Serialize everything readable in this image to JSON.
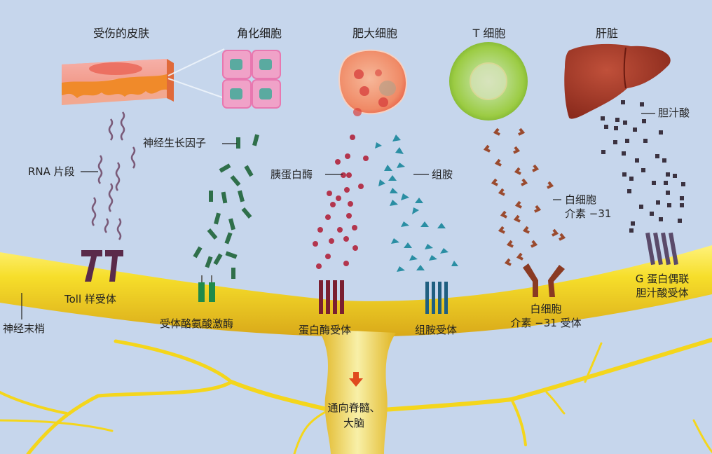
{
  "diagram": {
    "type": "illustration",
    "subject": "Pain/itch signaling molecules binding receptors on a sensory nerve ending",
    "background_color": "#c6d6ec",
    "nerve_color": "#f2d21a",
    "sources": [
      {
        "id": "damaged-skin",
        "label": "受伤的皮肤"
      },
      {
        "id": "keratinocyte",
        "label": "角化细胞"
      },
      {
        "id": "mast-cell",
        "label": "肥大细胞"
      },
      {
        "id": "t-cell",
        "label": "T 细胞"
      },
      {
        "id": "liver",
        "label": "肝脏"
      }
    ],
    "molecules": [
      {
        "id": "rna",
        "label": "RNA 片段",
        "color": "#7a5a78"
      },
      {
        "id": "ngf",
        "label": "神经生长因子",
        "color": "#2f6f4a"
      },
      {
        "id": "tryptase",
        "label": "胰蛋白酶",
        "color": "#b3354d"
      },
      {
        "id": "histamine",
        "label": "组胺",
        "color": "#2a8ea3"
      },
      {
        "id": "il31",
        "label_line1": "白细胞",
        "label_line2": "介素 −31",
        "color": "#9a4a2e"
      },
      {
        "id": "bile-acid",
        "label": "胆汁酸",
        "color": "#3b3240"
      }
    ],
    "receptors": [
      {
        "id": "toll",
        "label": "Toll 样受体",
        "color": "#5a2a4a"
      },
      {
        "id": "trk",
        "label": "受体酪氨酸激酶",
        "color": "#1f8a4a"
      },
      {
        "id": "protease",
        "label": "蛋白酶受体",
        "color": "#7a1f30"
      },
      {
        "id": "histamine-r",
        "label": "组胺受体",
        "color": "#1f5f80"
      },
      {
        "id": "il31-r",
        "label_line1": "白细胞",
        "label_line2": "介素 −31 受体",
        "color": "#8a3a22"
      },
      {
        "id": "gpcr-bile",
        "label_line1": "G 蛋白偶联",
        "label_line2": "胆汁酸受体",
        "color": "#5a4a6a"
      }
    ],
    "nerve_ending_label": "神经末梢",
    "signal": {
      "label_line1": "通向脊髓、",
      "label_line2": "大脑",
      "arrow_color": "#e04a1e"
    }
  }
}
